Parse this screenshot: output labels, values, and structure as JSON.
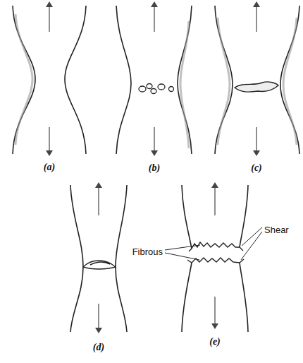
{
  "diagram": {
    "labels": [
      "(a)",
      "(b)",
      "(c)",
      "(d)",
      "(e)",
      "Fibrous",
      "Shear"
    ]
  }
}
